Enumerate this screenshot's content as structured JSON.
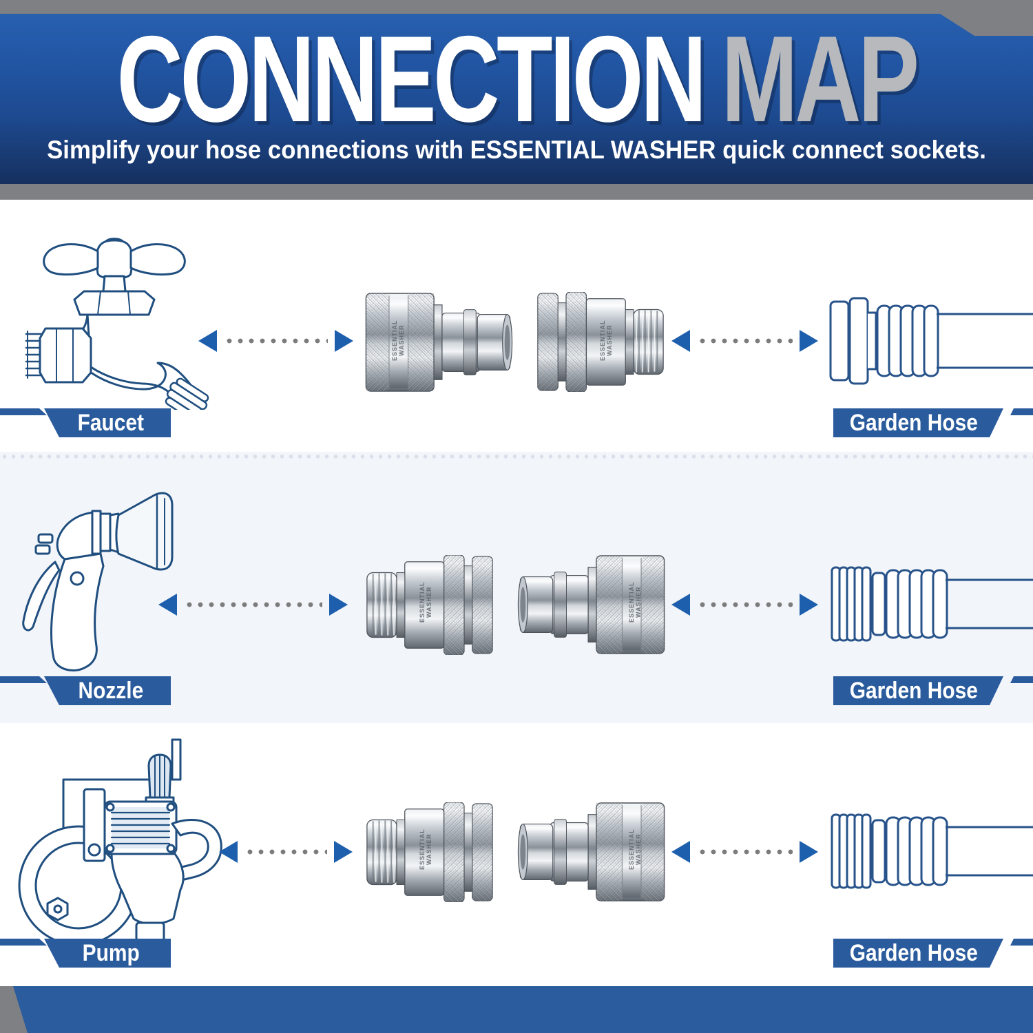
{
  "header": {
    "title_primary": "CONNECTION",
    "title_secondary": "MAP",
    "subtitle": "Simplify your hose connections with ESSENTIAL WASHER quick connect sockets."
  },
  "rows": [
    {
      "source_label": "Faucet",
      "target_label": "Garden Hose",
      "left_connector": "quick-connect plug with female hose coupler",
      "right_connector": "quick-connect socket with male hose thread"
    },
    {
      "source_label": "Nozzle",
      "target_label": "Garden Hose",
      "left_connector": "quick-connect socket with male hose thread",
      "right_connector": "quick-connect plug with female hose coupler"
    },
    {
      "source_label": "Pump",
      "target_label": "Garden Hose",
      "left_connector": "quick-connect socket with male hose thread",
      "right_connector": "quick-connect plug with female hose coupler"
    }
  ],
  "engraving": "ESSENTIAL WASHER",
  "illustrations": {
    "row1_source": "faucet-line-art",
    "row2_source": "spray-nozzle-line-art",
    "row3_source": "pressure-washer-pump-line-art",
    "target": "garden-hose-line-art"
  },
  "colors": {
    "banner_blue": "#2a5b9d",
    "arrow_blue": "#1d5fad",
    "dot_gray": "#7c7c7c",
    "frame_gray": "#7e8084",
    "title_secondary_gray": "#b7b9bc",
    "lineart_navy": "#1f4e7f",
    "row_alt_background": "#f2f5f9",
    "footer_blue": "#2a5c9e",
    "header_gradient_top": "#2a63b1",
    "header_gradient_bottom": "#132449"
  }
}
